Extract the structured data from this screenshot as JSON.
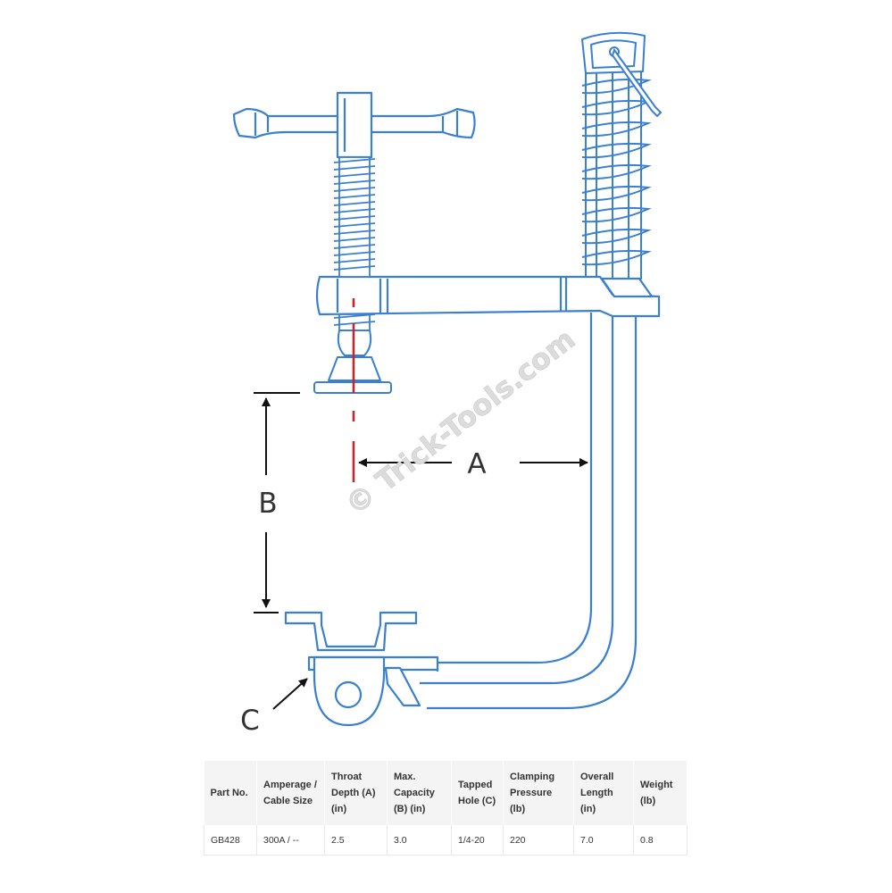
{
  "diagram": {
    "label_a": "A",
    "label_b": "B",
    "label_c": "C",
    "watermark": "© Trick-Tools.com",
    "colors": {
      "outline": "#3a7fd0",
      "fill": "#ffffff",
      "centerline": "#c0282d",
      "dimension": "#111111"
    }
  },
  "spec_table": {
    "headers": [
      "Part No.",
      "Amperage / Cable Size",
      "Throat Depth (A) (in)",
      "Max. Capacity (B) (in)",
      "Tapped Hole (C)",
      "Clamping Pressure (lb)",
      "Overall Length (in)",
      "Weight (lb)"
    ],
    "rows": [
      [
        "GB428",
        "300A / --",
        "2.5",
        "3.0",
        "1/4-20",
        "220",
        "7.0",
        "0.8"
      ]
    ]
  }
}
